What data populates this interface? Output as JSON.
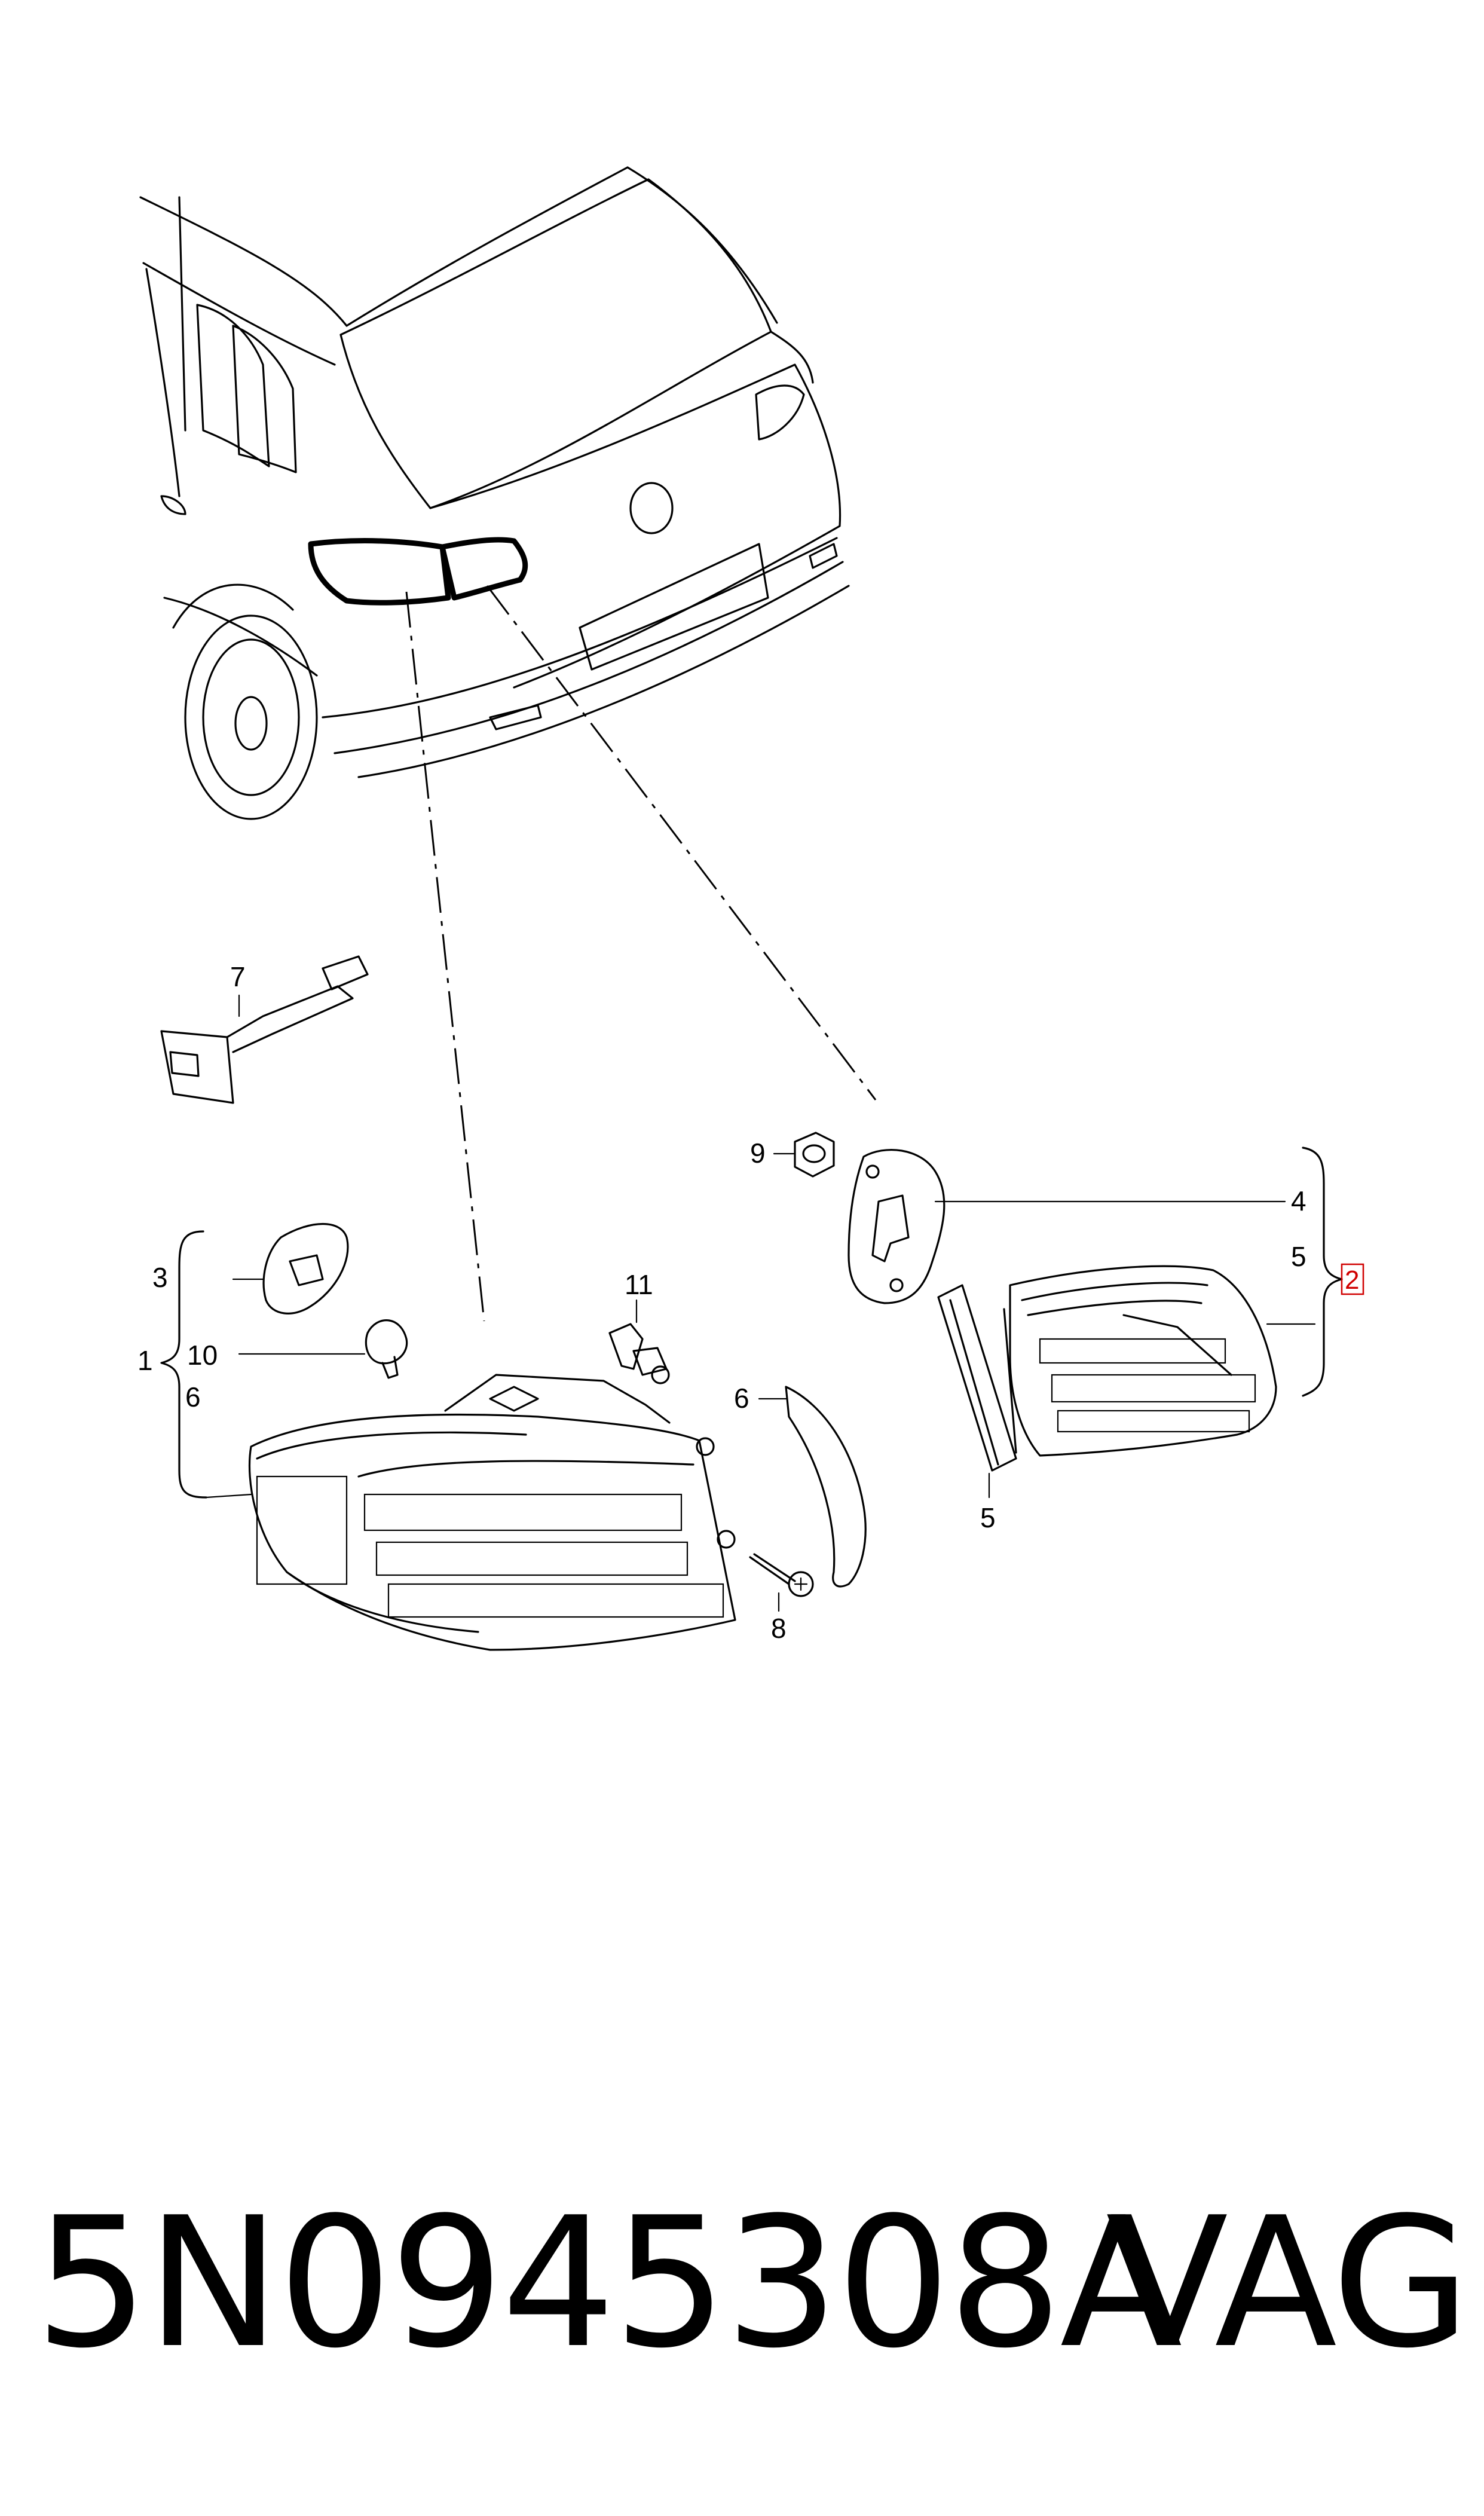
{
  "diagram": {
    "callouts": {
      "c1": "1",
      "c2": "2",
      "c3": "3",
      "c4": "4",
      "c5_group": "5",
      "c5_lower": "5",
      "c6_group": "6",
      "c6_right": "6",
      "c7": "7",
      "c8": "8",
      "c9": "9",
      "c10": "10",
      "c11": "11"
    },
    "highlight_color": "#d00000",
    "icons": [
      "car-rear-icon",
      "tail-lamp-outer-icon",
      "tail-lamp-inner-icon",
      "wiring-harness-icon",
      "bulb-icon",
      "bulb-holder-icon",
      "nut-icon",
      "screw-icon",
      "gasket-icon",
      "seal-strip-icon"
    ]
  },
  "footer": {
    "part_number": "5N0945308A",
    "brand": "VAG"
  }
}
